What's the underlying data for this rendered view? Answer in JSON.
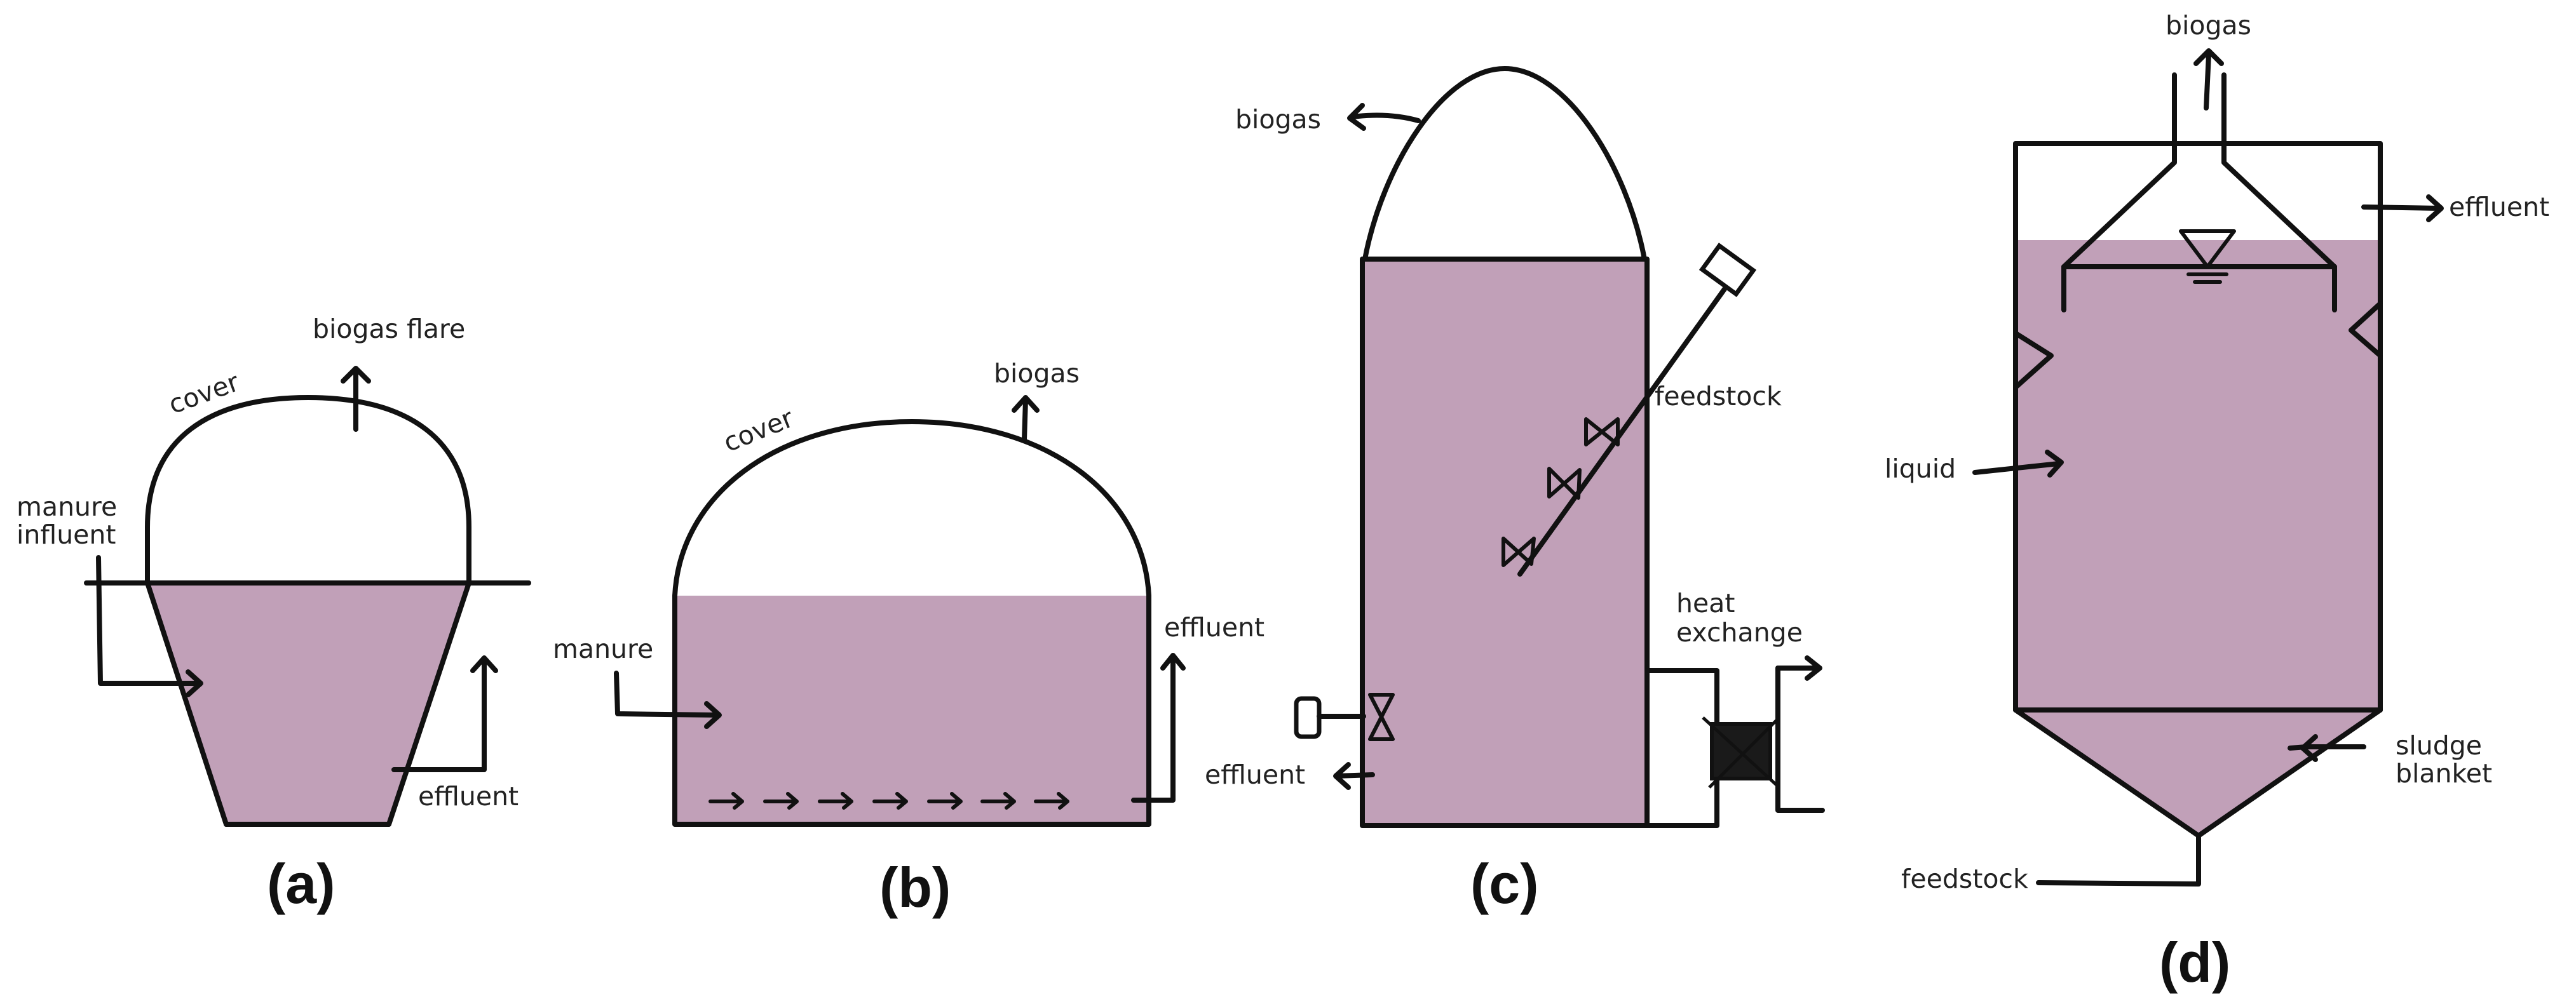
{
  "colors": {
    "liquid": "#c1a0b8",
    "stroke": "#111111",
    "text": "#222222"
  },
  "panel_a": {
    "label": "(a)",
    "biogas_flare": "biogas flare",
    "cover": "cover",
    "manure_line1": "manure",
    "manure_line2": "influent",
    "effluent": "effluent"
  },
  "panel_b": {
    "label": "(b)",
    "cover": "cover",
    "biogas": "biogas",
    "manure": "manure",
    "effluent": "effluent"
  },
  "panel_c": {
    "label": "(c)",
    "biogas": "biogas",
    "feedstock": "feedstock",
    "heat_line1": "heat",
    "heat_line2": "exchange",
    "effluent": "effluent"
  },
  "panel_d": {
    "label": "(d)",
    "biogas": "biogas",
    "effluent": "effluent",
    "liquid": "liquid",
    "sludge_line1": "sludge",
    "sludge_line2": "blanket",
    "feedstock": "feedstock"
  }
}
